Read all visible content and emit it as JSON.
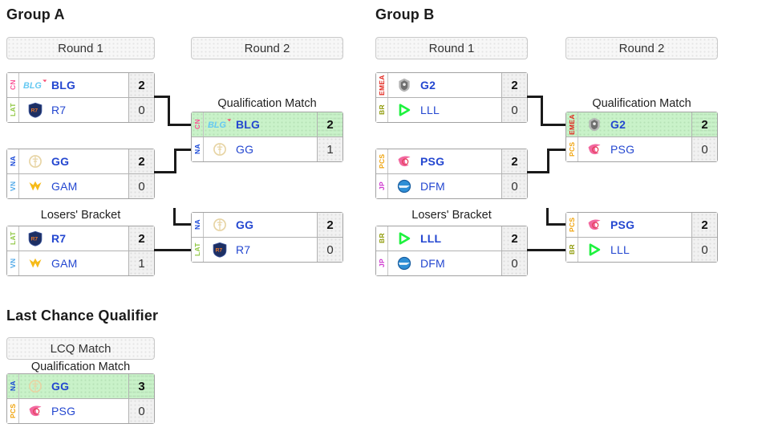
{
  "region_colors": {
    "CN": "#fb4f93",
    "LAT": "#8dc63f",
    "NA": "#1041d6",
    "VN": "#4fa8e8",
    "EMEA": "#e2231a",
    "BR": "#8e9a06",
    "PCS": "#f0a30a",
    "JP": "#cf36cf"
  },
  "colors": {
    "team_name_blue": "#2447d0",
    "highlight_green": "#c9f2c9",
    "connector_black": "#1a1a1a",
    "score_cell_gray": "#f1f1f1"
  },
  "groups": [
    {
      "title": "Group A",
      "round1_label": "Round 1",
      "round2_label": "Round 2",
      "qual_label": "Qualification Match",
      "losers_label": "Losers' Bracket",
      "r1m1": {
        "teams": [
          {
            "region": "CN",
            "name": "BLG",
            "score": "2",
            "winner": true
          },
          {
            "region": "LAT",
            "name": "R7",
            "score": "0",
            "winner": false
          }
        ]
      },
      "r1m2": {
        "teams": [
          {
            "region": "NA",
            "name": "GG",
            "score": "2",
            "winner": true
          },
          {
            "region": "VN",
            "name": "GAM",
            "score": "0",
            "winner": false
          }
        ]
      },
      "qual": {
        "teams": [
          {
            "region": "CN",
            "name": "BLG",
            "score": "2",
            "winner": true,
            "highlight": true
          },
          {
            "region": "NA",
            "name": "GG",
            "score": "1",
            "winner": false
          }
        ]
      },
      "losers": {
        "teams": [
          {
            "region": "LAT",
            "name": "R7",
            "score": "2",
            "winner": true
          },
          {
            "region": "VN",
            "name": "GAM",
            "score": "1",
            "winner": false
          }
        ]
      },
      "r2": {
        "teams": [
          {
            "region": "NA",
            "name": "GG",
            "score": "2",
            "winner": true
          },
          {
            "region": "LAT",
            "name": "R7",
            "score": "0",
            "winner": false
          }
        ]
      }
    },
    {
      "title": "Group B",
      "round1_label": "Round 1",
      "round2_label": "Round 2",
      "qual_label": "Qualification Match",
      "losers_label": "Losers' Bracket",
      "r1m1": {
        "teams": [
          {
            "region": "EMEA",
            "name": "G2",
            "score": "2",
            "winner": true
          },
          {
            "region": "BR",
            "name": "LLL",
            "score": "0",
            "winner": false
          }
        ]
      },
      "r1m2": {
        "teams": [
          {
            "region": "PCS",
            "name": "PSG",
            "score": "2",
            "winner": true
          },
          {
            "region": "JP",
            "name": "DFM",
            "score": "0",
            "winner": false
          }
        ]
      },
      "qual": {
        "teams": [
          {
            "region": "EMEA",
            "name": "G2",
            "score": "2",
            "winner": true,
            "highlight": true
          },
          {
            "region": "PCS",
            "name": "PSG",
            "score": "0",
            "winner": false
          }
        ]
      },
      "losers": {
        "teams": [
          {
            "region": "BR",
            "name": "LLL",
            "score": "2",
            "winner": true
          },
          {
            "region": "JP",
            "name": "DFM",
            "score": "0",
            "winner": false
          }
        ]
      },
      "r2": {
        "teams": [
          {
            "region": "PCS",
            "name": "PSG",
            "score": "2",
            "winner": true
          },
          {
            "region": "BR",
            "name": "LLL",
            "score": "0",
            "winner": false
          }
        ]
      }
    }
  ],
  "lcq": {
    "title": "Last Chance Qualifier",
    "button_label": "LCQ Match",
    "qual_label": "Qualification Match",
    "match": {
      "teams": [
        {
          "region": "NA",
          "name": "GG",
          "score": "3",
          "winner": true,
          "highlight": true
        },
        {
          "region": "PCS",
          "name": "PSG",
          "score": "0",
          "winner": false
        }
      ]
    }
  }
}
